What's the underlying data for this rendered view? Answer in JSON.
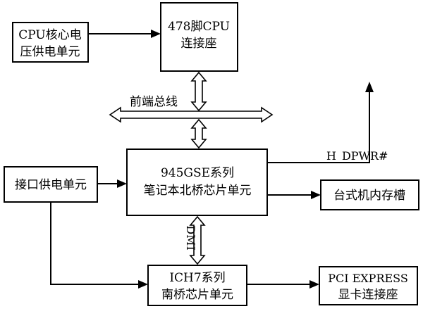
{
  "boxes": {
    "cpu_power": {
      "line1": "CPU核心电",
      "line2": "压供电单元"
    },
    "cpu_socket": {
      "line1": "478脚CPU",
      "line2": "连接座"
    },
    "north_bridge": {
      "line1": "945GSE系列",
      "line2": "笔记本北桥芯片单元"
    },
    "interface_power": {
      "line1": "接口供电单元"
    },
    "desktop_memory": {
      "line1": "台式机内存槽"
    },
    "south_bridge": {
      "line1": "ICH7系列",
      "line2": "南桥芯片单元"
    },
    "pci_express": {
      "line1": "PCI EXPRESS",
      "line2": "显卡连接座"
    }
  },
  "labels": {
    "front_side_bus": "前端总线",
    "power_signal": "H_DPWR#",
    "dmi": "DMI"
  }
}
